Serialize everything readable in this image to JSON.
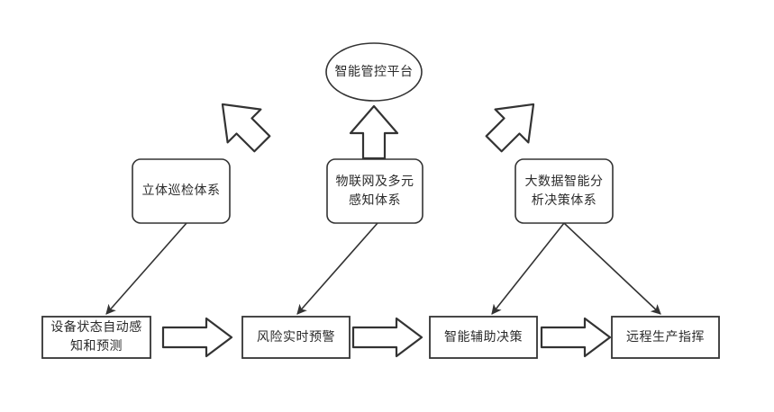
{
  "diagram": {
    "title_node": {
      "id": "platform",
      "shape": "ellipse",
      "label": "智能管控平台"
    },
    "middle_nodes": [
      {
        "id": "inspection-system",
        "shape": "rounded-rect",
        "label": "立体巡检体系"
      },
      {
        "id": "iot-sensing-system",
        "shape": "rounded-rect",
        "label": "物联网及多元\n感知体系"
      },
      {
        "id": "bigdata-decision-system",
        "shape": "rounded-rect",
        "label": "大数据智能分\n析决策体系"
      }
    ],
    "bottom_nodes": [
      {
        "id": "equipment-status",
        "shape": "rect",
        "label": "设备状态自动感\n知和预测"
      },
      {
        "id": "risk-warning",
        "shape": "rect",
        "label": "风险实时预警"
      },
      {
        "id": "smart-decision",
        "shape": "rect",
        "label": "智能辅助决策"
      },
      {
        "id": "remote-command",
        "shape": "rect",
        "label": "远程生产指挥"
      }
    ],
    "block_arrows": [
      {
        "id": "block-arrow-up-right",
        "direction": "up-right"
      },
      {
        "id": "block-arrow-up",
        "direction": "up"
      },
      {
        "id": "block-arrow-up-left",
        "direction": "up-left"
      },
      {
        "id": "block-arrow-right-1",
        "direction": "right"
      },
      {
        "id": "block-arrow-right-2",
        "direction": "right"
      },
      {
        "id": "block-arrow-right-3",
        "direction": "right"
      }
    ],
    "connectors": [
      {
        "id": "connector-inspection-to-equipment",
        "from": "inspection-system",
        "to": "equipment-status"
      },
      {
        "id": "connector-iot-to-risk",
        "from": "iot-sensing-system",
        "to": "risk-warning"
      },
      {
        "id": "connector-bigdata-to-smart-decision",
        "from": "bigdata-decision-system",
        "to": "smart-decision"
      },
      {
        "id": "connector-bigdata-to-remote-command",
        "from": "bigdata-decision-system",
        "to": "remote-command"
      }
    ],
    "colors": {
      "stroke": "#333333",
      "background": "#ffffff",
      "text": "#2b2b2b"
    }
  }
}
